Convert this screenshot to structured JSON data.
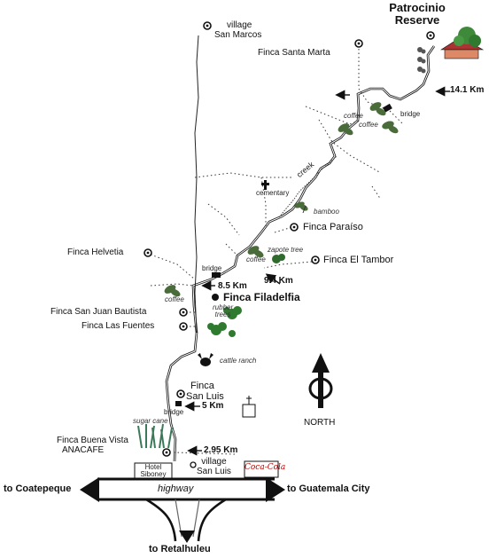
{
  "title": {
    "line1": "Patrocinio",
    "line2": "Reserve"
  },
  "places": {
    "village_san_marcos": {
      "line1": "village",
      "line2": "San Marcos"
    },
    "finca_santa_marta": "Finca Santa Marta",
    "finca_paraiso": "Finca Paraíso",
    "finca_el_tambor": "Finca El Tambor",
    "finca_helvetia": "Finca Helvetia",
    "finca_filadelfia": "Finca Filadelfia",
    "finca_san_juan_bautista": "Finca San Juan Bautista",
    "finca_las_fuentes": "Finca Las Fuentes",
    "finca_san_luis": {
      "line1": "Finca",
      "line2": "San Luis"
    },
    "finca_buena_vista": {
      "line1": "Finca Buena Vista",
      "line2": "ANACAFE"
    },
    "village_san_luis": {
      "line1": "village",
      "line2": "San Luis"
    },
    "hotel_siboney": {
      "line1": "Hotel",
      "line2": "Siboney"
    }
  },
  "distances": {
    "d_14_1": "14.1 Km",
    "d_9_4": "9.4 Km",
    "d_8_5": "8.5 Km",
    "d_5": "5 Km",
    "d_2_95": "2.95 Km"
  },
  "features": {
    "coffee_1": "coffee",
    "coffee_2": "coffee",
    "coffee_3": "coffee",
    "coffee_4": "coffee",
    "bridge_1": "bridge",
    "bridge_2": "bridge",
    "bridge_3": "bridge",
    "creek": "creek",
    "cementary": "cementary",
    "bamboo": "bamboo",
    "zapote_tree": "zapote tree",
    "rubber_trees": {
      "line1": "rubber",
      "line2": "trees"
    },
    "cattle_ranch": "cattle ranch",
    "sugar_cane": "sugar cane"
  },
  "roads": {
    "highway": "highway",
    "to_coatepeque": "to Coatepeque",
    "to_guatemala_city": "to Guatemala City",
    "to_retalhuleu": "to Retalhuleu"
  },
  "compass": {
    "label": "NORTH"
  },
  "brand_sign": "Coca-Cola",
  "icons": [
    "house-icon",
    "coffee-plant-icon",
    "cattle-icon",
    "cross-icon",
    "church-icon",
    "north-arrow-icon",
    "sugar-cane-icon",
    "rubber-tree-icon",
    "palm-tree-icon"
  ]
}
